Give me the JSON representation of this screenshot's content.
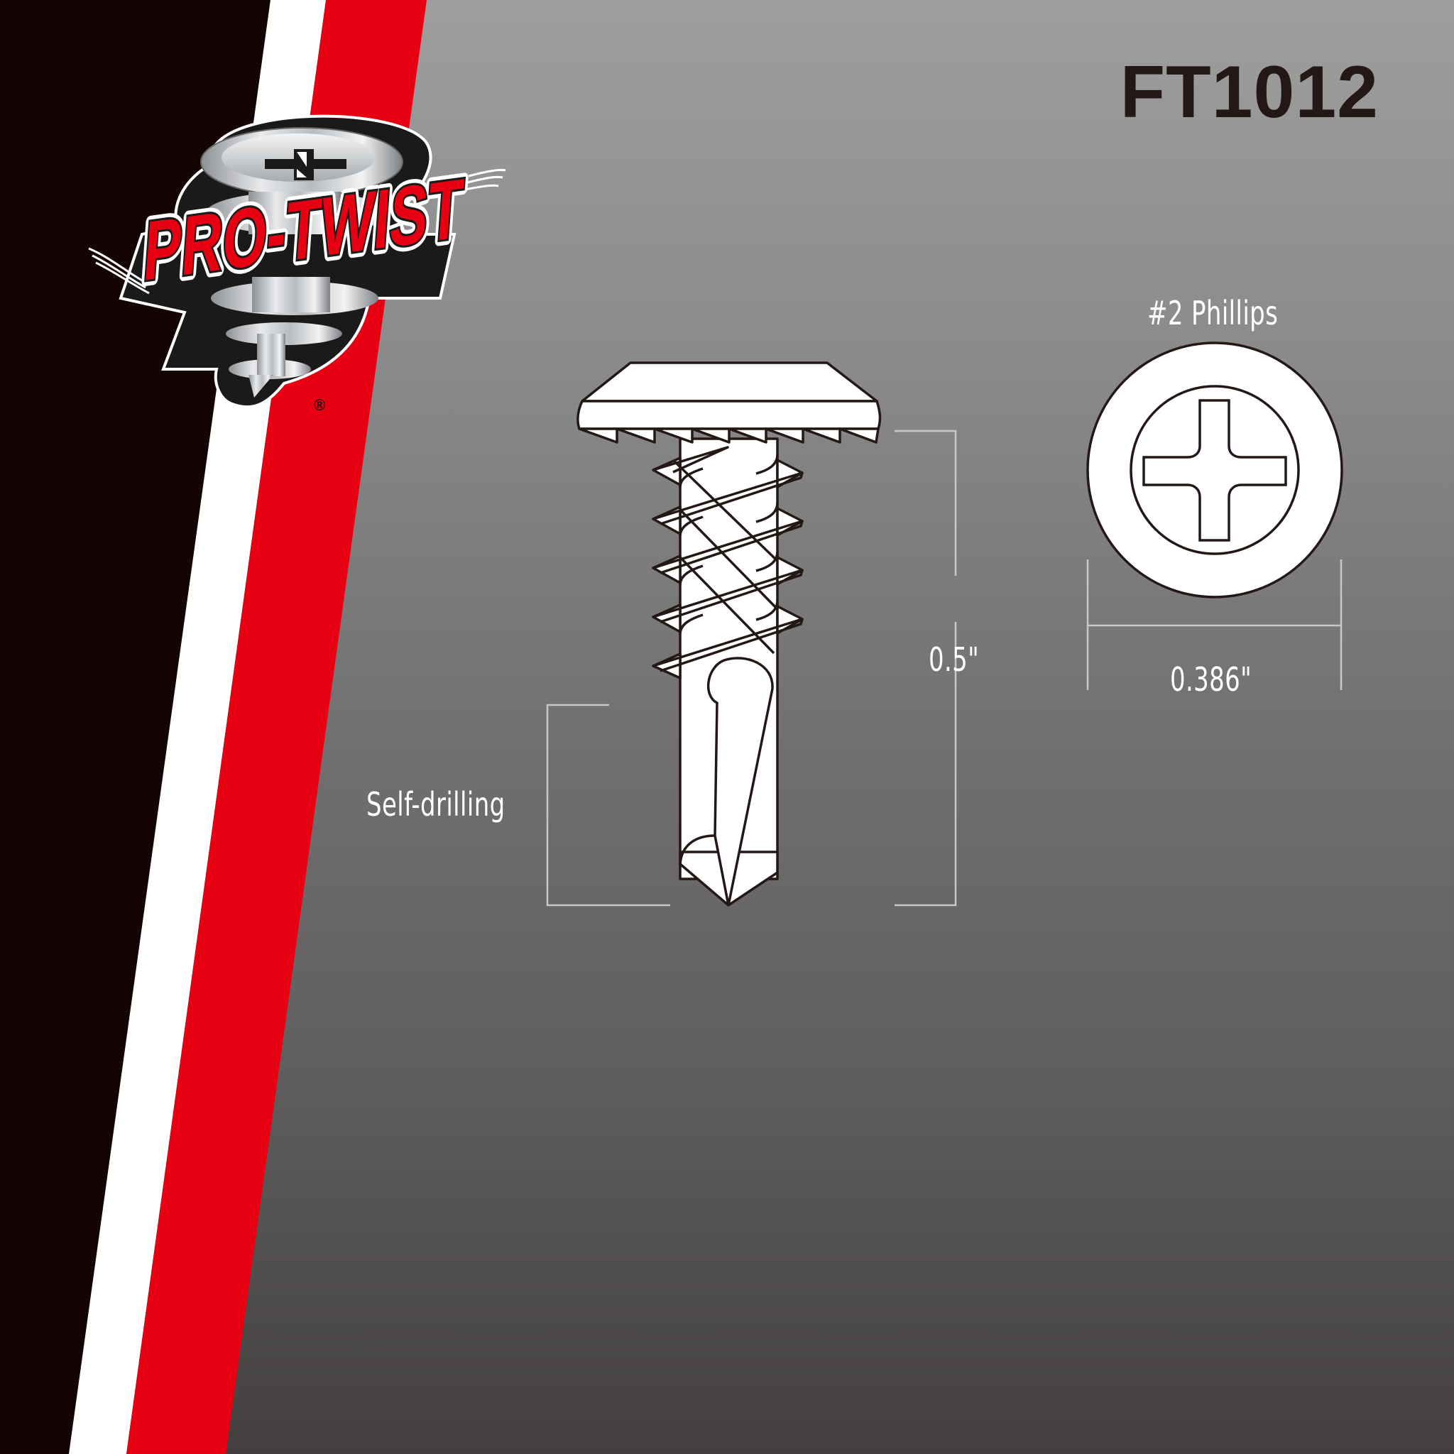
{
  "brand": {
    "name": "PRO-TWIST",
    "registered_mark": "®",
    "colors": {
      "black_stripe": "#140404",
      "white_stripe": "#ffffff",
      "red_stripe": "#e60012",
      "logo_text_red": "#e60012",
      "outline": "#1a1a1a"
    }
  },
  "product": {
    "sku": "FT1012",
    "drive": "#2 Phillips",
    "point_type": "Self-drilling",
    "length": "0.5\"",
    "head_diameter": "0.386\""
  },
  "background": {
    "gradient_top": "#9e9e9e",
    "gradient_mid": "#727070",
    "gradient_bottom": "#433f3f"
  },
  "icons": {
    "logo": "tornado-screw-logo-icon",
    "screw_side_view": "wafer-head-self-drilling-screw-icon",
    "head_top_view": "phillips-head-icon"
  }
}
